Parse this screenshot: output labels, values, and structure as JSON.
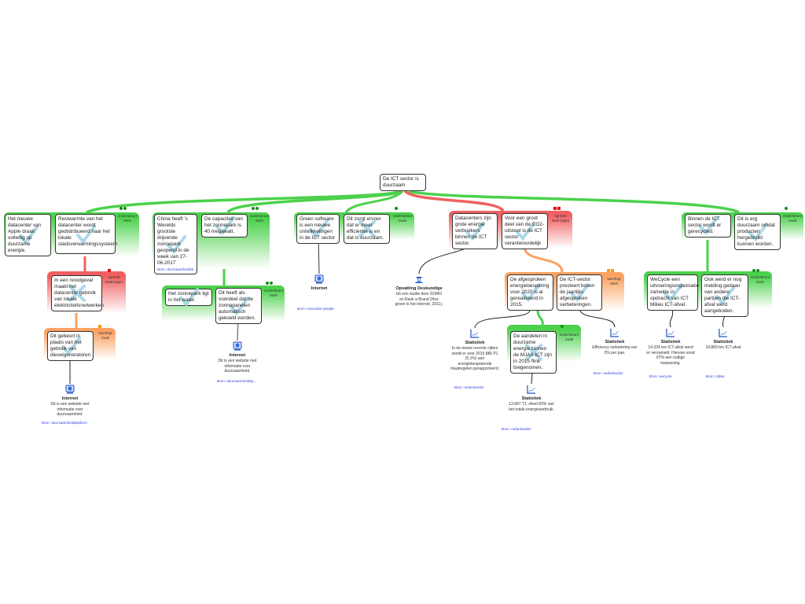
{
  "root": {
    "text": "De ICT sector is duurzaam"
  },
  "colors": {
    "support": "#4cd14c",
    "oppose": "#f06060",
    "rebut": "#fba262",
    "mark": "#9fd3e6",
    "link": "#3344dd"
  },
  "groups": [
    {
      "relation": "ondersteunt sterk",
      "kind": "support",
      "dots": 2,
      "boxes": [
        {
          "text": "Het nieuwe datacenter van Apple draait volledig op duurzame energie.",
          "mark": "check"
        },
        {
          "text": "Restwarmte van het datacenter wordt gedistribueerd naar het lokale stadsverwarmingssysteem",
          "mark": "check"
        }
      ]
    },
    {
      "relation": "spreekt zwak tegen",
      "kind": "oppose",
      "dots": 1,
      "boxes": [
        {
          "text": "In een noodgeval maakt het datacenter gebruik van lokale elektriciteitsnetwerken.",
          "mark": "cross"
        }
      ]
    },
    {
      "relation": "weerlegt zwak",
      "kind": "rebut",
      "dots": 1,
      "boxes": [
        {
          "text": "Dit gebeurt in plaats van het gebruik van dieselgeneratoren",
          "mark": "check"
        }
      ]
    },
    {
      "relation": "ondersteunt sterk",
      "kind": "support",
      "dots": 2,
      "boxes": [
        {
          "text": "China heeft 's Werelds grootste drijvende zonnepark geopend in de week van 27-06-2017",
          "mark": "check",
          "link": "Bron: duurzaamheidsb..."
        },
        {
          "text": "De capaciteit van het zonnepark is 40 megawatt.",
          "mark": "check"
        }
      ]
    },
    {
      "relation": "ondersteunt sterk",
      "kind": "support",
      "dots": 2,
      "boxes": [
        {
          "text": "Het zonnepark ligt in het water.",
          "mark": "check"
        },
        {
          "text": "Dit heeft als voordeel dat de zonnepanelen automatisch gekoeld worden.",
          "mark": "check"
        }
      ]
    },
    {
      "relation": "ondersteunt zwak",
      "kind": "support",
      "dots": 1,
      "boxes": [
        {
          "text": "Green software is een nieuwe ontwikkelingen in de ICT sector",
          "mark": "check"
        },
        {
          "text": "Dit zorgt ervoor dat er meer efficientie is en dat is duurzaam.",
          "mark": "cross"
        }
      ]
    },
    {
      "relation": "spreekt sterk tegen",
      "kind": "oppose",
      "dots": 2,
      "boxes": [
        {
          "text": "Datacenters zijn grote energie verbruikers binnen de ICT sector.",
          "mark": "check"
        },
        {
          "text": "Voor een groot deel van de CO2-uitstoot is de ICT sector verantwoordelijk",
          "mark": "check"
        }
      ]
    },
    {
      "relation": "weerlegt sterk",
      "kind": "rebut",
      "dots": 2,
      "boxes": [
        {
          "text": "De afgesproken energiebesparing voor 2020 is al gerealiseerd in 2015.",
          "mark": "check"
        },
        {
          "text": "De ICT-sector presteert boven de jaarlijks afgesproken verbeteringen.",
          "mark": "check"
        }
      ]
    },
    {
      "relation": "ondersteunt zwak",
      "kind": "support",
      "dots": 1,
      "boxes": [
        {
          "text": "De aandelen in duurzame energie binnen de MJA3-ICT zijn in 2015 flink toegenomen.",
          "mark": "cross"
        }
      ]
    },
    {
      "relation": "ondersteunt zwak",
      "kind": "support",
      "dots": 1,
      "boxes": [
        {
          "text": "Binnen de ICT sector wordt er gerecycled.",
          "mark": "check"
        },
        {
          "text": "Dit is erg duurzaam omdat producten hergebruikt kunnen worden.",
          "mark": "check"
        }
      ]
    },
    {
      "relation": "ondersteunt sterk",
      "kind": "support",
      "dots": 2,
      "boxes": [
        {
          "text": "WeCycle een uitvoeringsorganisatie zamelde in opdracht van ICT Milieu ICT-afval.",
          "mark": "check"
        },
        {
          "text": "Ook werd er nog melding gedaan van andere partijen die ICT-afval werd aangeboden.",
          "mark": "check"
        }
      ]
    }
  ],
  "sources": [
    {
      "type": "Internet",
      "icon": "globe-monitor",
      "text": "Dit is een website met informatie over duurzaamheid.",
      "link": "Bron: duurzaamheidplatform"
    },
    {
      "type": "Internet",
      "icon": "globe-monitor",
      "text": "Dit is een website met informatie over duurzaamheid.",
      "link": "Bron: duurzaamheidsp..."
    },
    {
      "type": "Internet",
      "icon": "globe-monitor",
      "text": "",
      "link": "Bron: executive people"
    },
    {
      "type": "Opvatting Deskundige",
      "icon": "expert",
      "text": "Uit een studie door SOMO en Rank a Brand (Hoe groen is het internet, 2011)."
    },
    {
      "type": "Statistiek",
      "icon": "chart",
      "text": "In de meest recente cijfers wordt er over 2015 886 PJ (5,1%) aan energiebesparende maatregelen gerapporteerd.",
      "link": "Bron: nederlandict"
    },
    {
      "type": "Statistiek",
      "icon": "chart",
      "text": "13.847 TJ, ofwel 83% van het totale energieverbruik.",
      "link": "Bron: nederlandict"
    },
    {
      "type": "Statistiek",
      "icon": "chart",
      "text": "Efficiency verbetering van 2% per jaar.",
      "link": "Bron: nederlandict"
    },
    {
      "type": "Statistiek",
      "icon": "chart",
      "text": "14.324 ton ICT-afval werd er verzameld. Hiervan vond 97% een nuttige toepassing.",
      "link": "Bron: wecycle"
    },
    {
      "type": "Statistiek",
      "icon": "chart",
      "text": "14.883 ton ICT-afval",
      "link": "Bron: stibat"
    }
  ]
}
